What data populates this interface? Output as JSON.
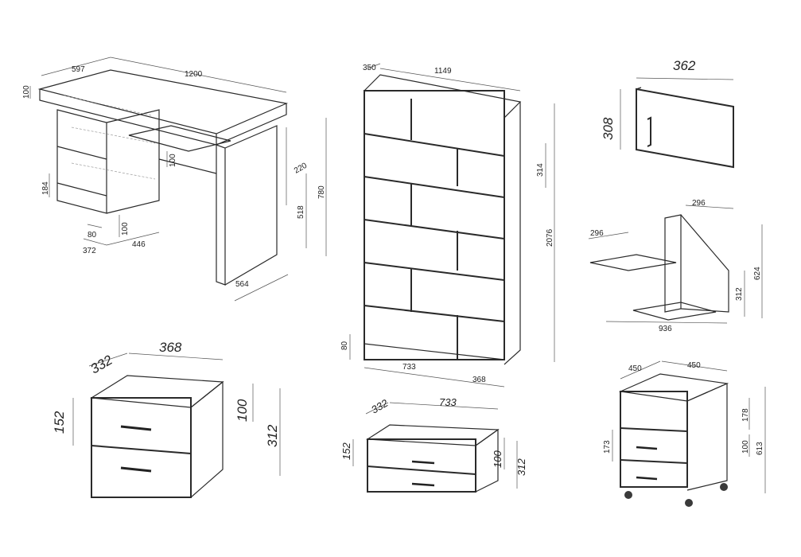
{
  "desk": {
    "dims": {
      "width": "1200",
      "depth": "597",
      "top_thickness": "100",
      "drawer_h": "184",
      "gap": "100",
      "depth_inner": "220",
      "height_518": "518",
      "height": "780",
      "base_w": "372",
      "base_d": "446",
      "foot": "80",
      "foot_h": "100",
      "leg_d": "564"
    }
  },
  "bookcase": {
    "dims": {
      "depth": "350",
      "width": "1149",
      "shelf_gap": "314",
      "height": "2076",
      "plinth": "80",
      "lower_w": "733",
      "right_w": "368"
    }
  },
  "door": {
    "dims": {
      "width": "362",
      "height": "308"
    }
  },
  "shelf": {
    "dims": {
      "left_depth": "296",
      "right_depth": "296",
      "height": "624",
      "inner": "312",
      "width": "936"
    }
  },
  "drawer2": {
    "dims": {
      "depth": "332",
      "width": "368",
      "front_h": "152",
      "inner_h": "100",
      "height": "312"
    }
  },
  "lowbox": {
    "dims": {
      "depth": "332",
      "width": "733",
      "front_h": "152",
      "inner_h": "100",
      "height": "312"
    }
  },
  "pedestal": {
    "dims": {
      "depth": "450",
      "width": "450",
      "top_gap": "178",
      "drawer_h": "173",
      "inner_h": "100",
      "height": "613"
    }
  }
}
